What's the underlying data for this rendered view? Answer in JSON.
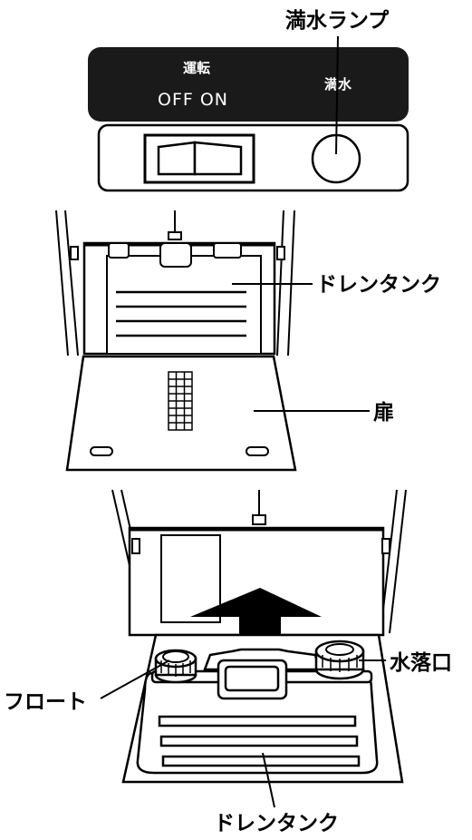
{
  "labels": {
    "full_lamp": "満水ランプ",
    "operation": "運転",
    "off_on": "OFF  ON",
    "full_water": "満水",
    "drain_tank_top": "ドレンタンク",
    "door": "扉",
    "float": "フロート",
    "drain_outlet": "水落口",
    "drain_tank_bottom": "ドレンタンク"
  },
  "colors": {
    "ink": "#000000",
    "panel_bg": "#1a1a1a",
    "paper": "#ffffff"
  }
}
